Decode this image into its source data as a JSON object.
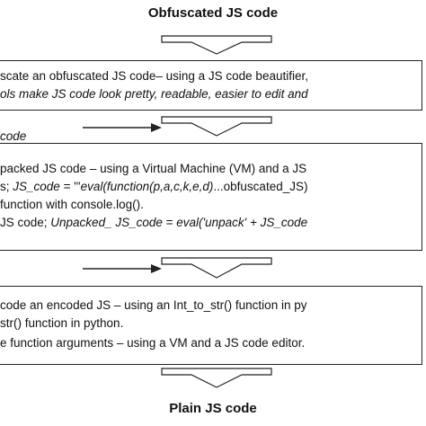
{
  "title_top": "Obfuscated JS code",
  "title_bottom": "Plain JS code",
  "box1": {
    "line1": "scate an obfuscated JS code– using a JS code beautifier,",
    "line2": "ols make JS code look pretty, readable, easier to edit and"
  },
  "box2": {
    "label": "code"
  },
  "box3": {
    "line1": "packed JS code – using a Virtual Machine (VM) and a JS",
    "line2_a": "s; ",
    "line2_b": "JS_code",
    "line2_c": " = \"'",
    "line2_d": "eval(function(p,a,c,k,e,d)",
    "line2_e": "...obfuscated_JS)",
    "line3": " function with console.log().",
    "line4_a": "JS code; ",
    "line4_b": "Unpacked_ JS_code",
    "line4_c": " = ",
    "line4_d": "eval('unpack' + JS_code"
  },
  "box4": {
    "line1": "code an encoded JS – using an Int_to_str() function in py",
    "line2": "str() function in python.",
    "line3": "e function arguments – using a VM and a JS code editor."
  },
  "colors": {
    "stroke": "#222222",
    "text": "#111111"
  }
}
